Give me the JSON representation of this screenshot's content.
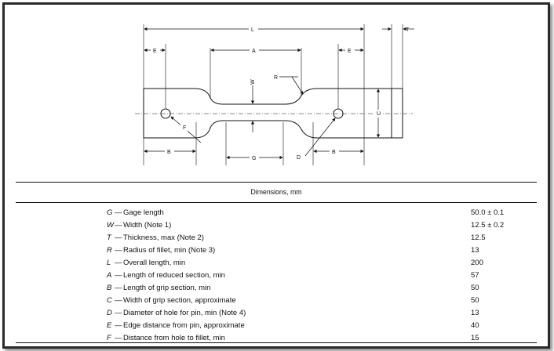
{
  "drawing": {
    "labels": {
      "L": "L",
      "T": "T",
      "E": "E",
      "A": "A",
      "R": "R",
      "W": "W",
      "F": "F",
      "C": "C",
      "G": "G",
      "B": "B",
      "D": "D"
    }
  },
  "table": {
    "header": "Dimensions, mm",
    "dash": "—",
    "rows": [
      {
        "letter": "G",
        "desc": "Gage length",
        "value": "50.0 ± 0.1"
      },
      {
        "letter": "W",
        "desc": "Width (Note 1)",
        "value": "12.5 ± 0.2"
      },
      {
        "letter": "T",
        "desc": "Thickness, max (Note 2)",
        "value": "12.5"
      },
      {
        "letter": "R",
        "desc": "Radius of fillet, min (Note 3)",
        "value": "13"
      },
      {
        "letter": "L",
        "desc": "Overall length, min",
        "value": "200"
      },
      {
        "letter": "A",
        "desc": "Length of reduced section, min",
        "value": "57"
      },
      {
        "letter": "B",
        "desc": "Length of grip section, min",
        "value": "50"
      },
      {
        "letter": "C",
        "desc": "Width of grip section, approximate",
        "value": "50"
      },
      {
        "letter": "D",
        "desc": "Diameter of hole for pin, min (Note 4)",
        "value": "13"
      },
      {
        "letter": "E",
        "desc": "Edge distance from pin, approximate",
        "value": "40"
      },
      {
        "letter": "F",
        "desc": "Distance from hole to fillet, min",
        "value": "15"
      }
    ]
  }
}
